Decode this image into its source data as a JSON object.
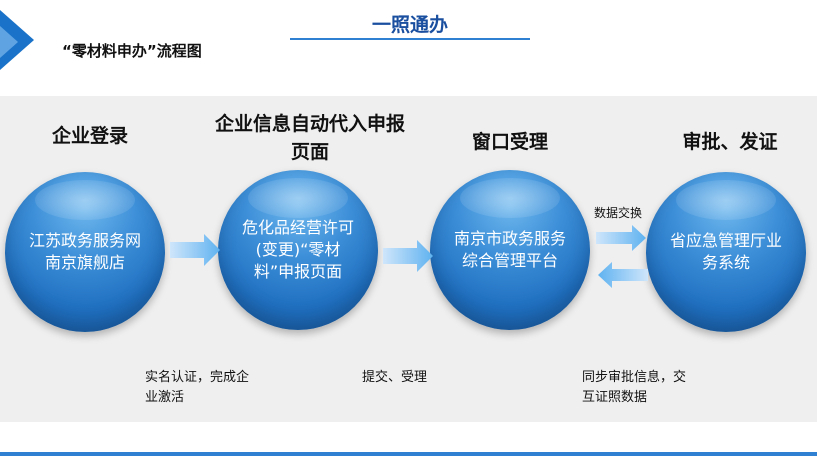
{
  "header": {
    "title": "一照通办",
    "subtitle": "“零材料申办”流程图"
  },
  "stages": [
    {
      "title": "企业登录",
      "circle_text": "江苏政务服务网南京旗舰店"
    },
    {
      "title": "企业信息自动代入申报页面",
      "circle_text": "危化品经营许可(变更)“零材料”申报页面"
    },
    {
      "title": "窗口受理",
      "circle_text": "南京市政务服务综合管理平台"
    },
    {
      "title": "审批、发证",
      "circle_text": "省应急管理厅业务系统"
    }
  ],
  "arrow_labels": {
    "exchange": "数据交换"
  },
  "notes": {
    "stage1": "实名认证，完成企业激活",
    "stage2": "提交、受理",
    "stage3": "同步审批信息，交互证照数据"
  },
  "colors": {
    "accent": "#1a73c8",
    "circle": "#2f82d2",
    "panel": "#efefef"
  }
}
